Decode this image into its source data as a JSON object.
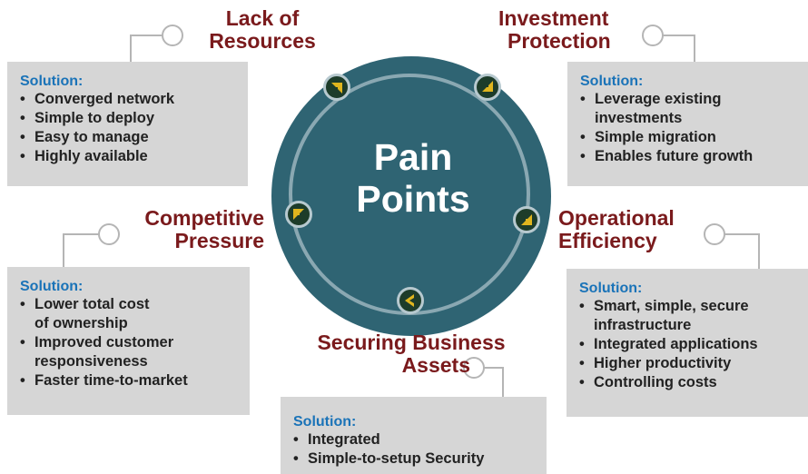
{
  "center": {
    "line1": "Pain",
    "line2": "Points"
  },
  "solution_label": "Solution:",
  "colors": {
    "circle": "#2f6473",
    "heading": "#7a1a1c",
    "solution": "#1a73b8",
    "box": "#d6d6d6",
    "badge": "#1d3c2a",
    "arrow": "#e0b51e"
  },
  "badges": {
    "icon": "chevron-arrow-icon"
  },
  "sections": {
    "lack_of_resources": {
      "title_line1": "Lack of",
      "title_line2": "Resources",
      "items": [
        "Converged network",
        "Simple to deploy",
        "Easy to manage",
        "Highly available"
      ]
    },
    "investment_protection": {
      "title_line1": "Investment",
      "title_line2": "Protection",
      "items": [
        "Leverage existing",
        "investments",
        "Simple migration",
        "Enables future growth"
      ]
    },
    "competitive_pressure": {
      "title_line1": "Competitive",
      "title_line2": "Pressure",
      "items": [
        "Lower total cost",
        "of ownership",
        "Improved customer",
        "responsiveness",
        "Faster time-to-market"
      ]
    },
    "operational_efficiency": {
      "title_line1": "Operational",
      "title_line2": "Efficiency",
      "items": [
        "Smart, simple, secure",
        "infrastructure",
        "Integrated applications",
        "Higher productivity",
        "Controlling costs"
      ]
    },
    "securing_business_assets": {
      "title_line1": "Securing Business",
      "title_line2": "Assets",
      "items": [
        "Integrated",
        "Simple-to-setup Security"
      ]
    }
  }
}
